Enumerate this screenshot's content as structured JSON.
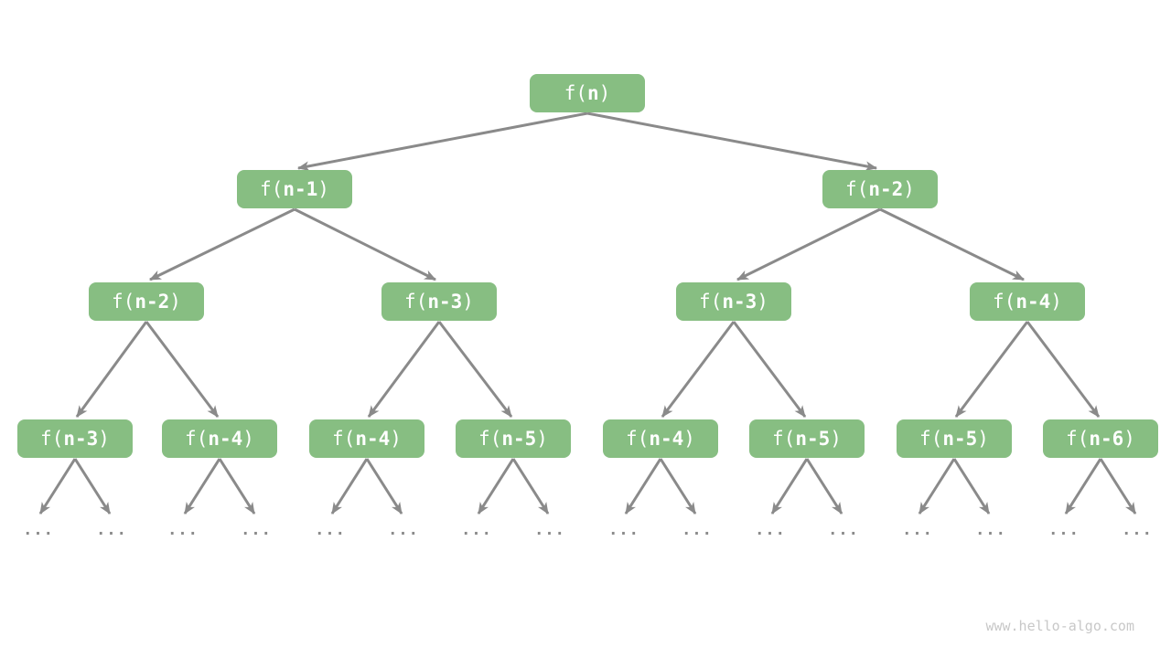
{
  "colors": {
    "node_fill": "#87BE82",
    "node_text": "#FFFFFF",
    "edge": "#8A8A8A",
    "watermark": "#C8C8C8",
    "background": "#FFFFFF"
  },
  "label_parts": {
    "open": "f(",
    "close": ")"
  },
  "nodes": [
    {
      "level": 1,
      "arg": "n"
    },
    {
      "level": 2,
      "arg": "n-1"
    },
    {
      "level": 2,
      "arg": "n-2"
    },
    {
      "level": 3,
      "arg": "n-2"
    },
    {
      "level": 3,
      "arg": "n-3"
    },
    {
      "level": 3,
      "arg": "n-3"
    },
    {
      "level": 3,
      "arg": "n-4"
    },
    {
      "level": 4,
      "arg": "n-3"
    },
    {
      "level": 4,
      "arg": "n-4"
    },
    {
      "level": 4,
      "arg": "n-4"
    },
    {
      "level": 4,
      "arg": "n-5"
    },
    {
      "level": 4,
      "arg": "n-4"
    },
    {
      "level": 4,
      "arg": "n-5"
    },
    {
      "level": 4,
      "arg": "n-5"
    },
    {
      "level": 4,
      "arg": "n-6"
    }
  ],
  "leaf_ellipsis": "...",
  "watermark": "www.hello-algo.com"
}
